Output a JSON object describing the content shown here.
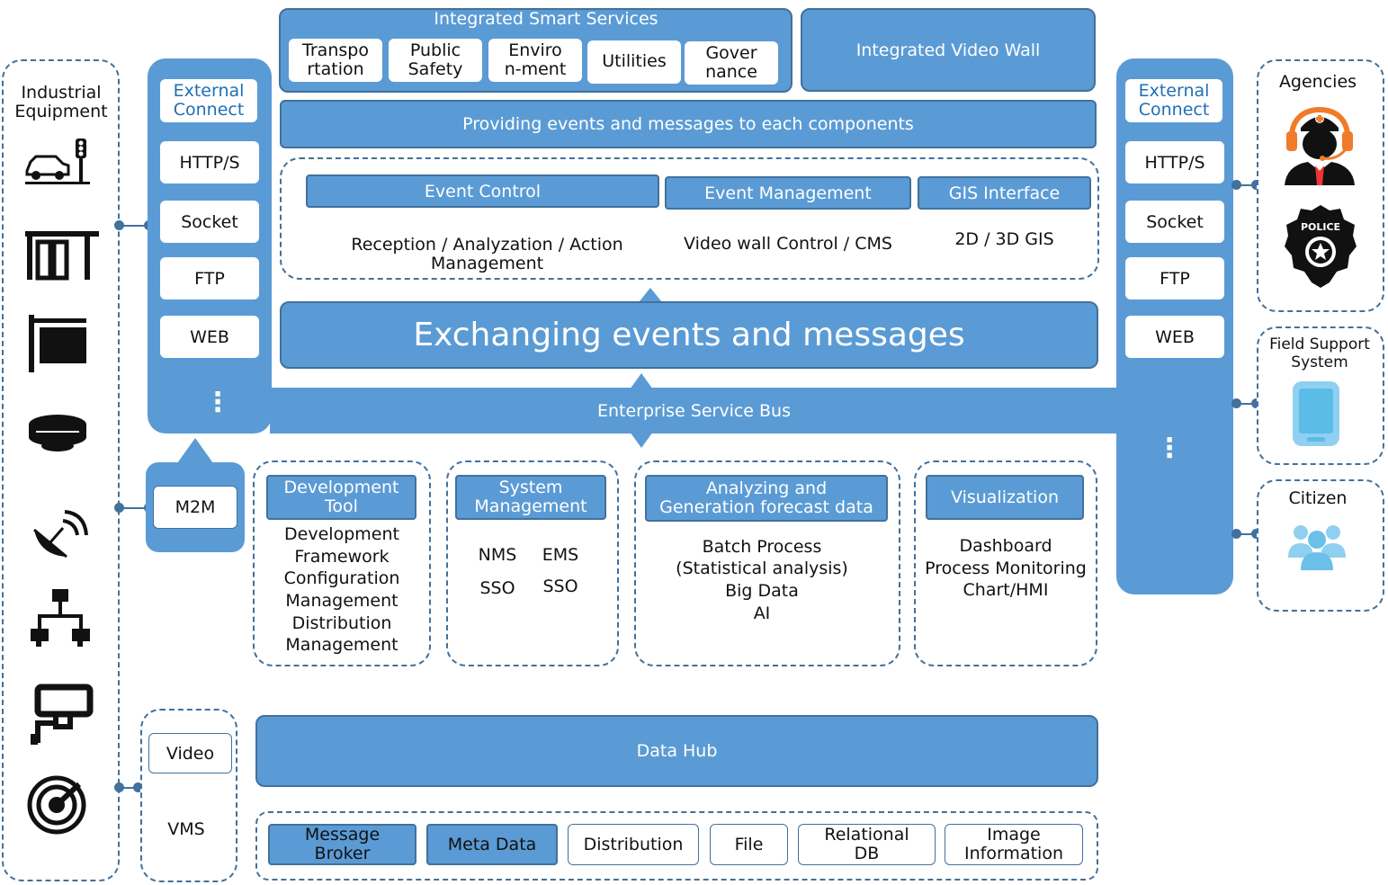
{
  "industrial": {
    "title": "Industrial\nEquipment"
  },
  "left_connect": {
    "title": "External\nConnect",
    "items": [
      "HTTP/S",
      "Socket",
      "FTP",
      "WEB"
    ],
    "more": "⋮"
  },
  "right_connect": {
    "title": "External\nConnect",
    "items": [
      "HTTP/S",
      "Socket",
      "FTP",
      "WEB"
    ],
    "more": "⋮"
  },
  "smart_services": {
    "title": "Integrated Smart Services",
    "items": [
      "Transpo\nrtation",
      "Public\nSafety",
      "Enviro\nn-ment",
      "Utilities",
      "Gover\nnance"
    ]
  },
  "video_wall": "Integrated Video Wall",
  "providing": "Providing events and messages to each components",
  "event_control": {
    "header": "Event Control",
    "body": "Reception / Analyzation / Action\nManagement"
  },
  "event_management": {
    "header": "Event Management",
    "body": "Video wall Control / CMS"
  },
  "gis_interface": {
    "header": "GIS Interface",
    "body": "2D / 3D GIS"
  },
  "exchanging": "Exchanging events and messages",
  "esb": "Enterprise Service Bus",
  "m2m": "M2M",
  "dev_tool": {
    "header": "Development\nTool",
    "body": "Development\nFramework\nConfiguration\nManagement\nDistribution\nManagement"
  },
  "sys_mgmt": {
    "header": "System\nManagement",
    "items": [
      "NMS",
      "EMS",
      "SSO",
      "SSO"
    ]
  },
  "analyzing": {
    "header": "Analyzing and\nGeneration forecast data",
    "body": "Batch Process\n(Statistical analysis)\nBig Data\nAI"
  },
  "visualization": {
    "header": "Visualization",
    "body": "Dashboard\nProcess Monitoring\nChart/HMI"
  },
  "video": {
    "label": "Video",
    "vms": "VMS"
  },
  "data_hub": "Data Hub",
  "storage": [
    "Message\nBroker",
    "Meta Data",
    "Distribution",
    "File",
    "Relational\nDB",
    "Image\nInformation"
  ],
  "agencies": "Agencies",
  "police_badge": "POLICE",
  "field_support": "Field Support\nSystem",
  "citizen": "Citizen",
  "colors": {
    "fill": "#5b9bd5",
    "border": "#41719c",
    "header_text": "#1f6fb5"
  }
}
